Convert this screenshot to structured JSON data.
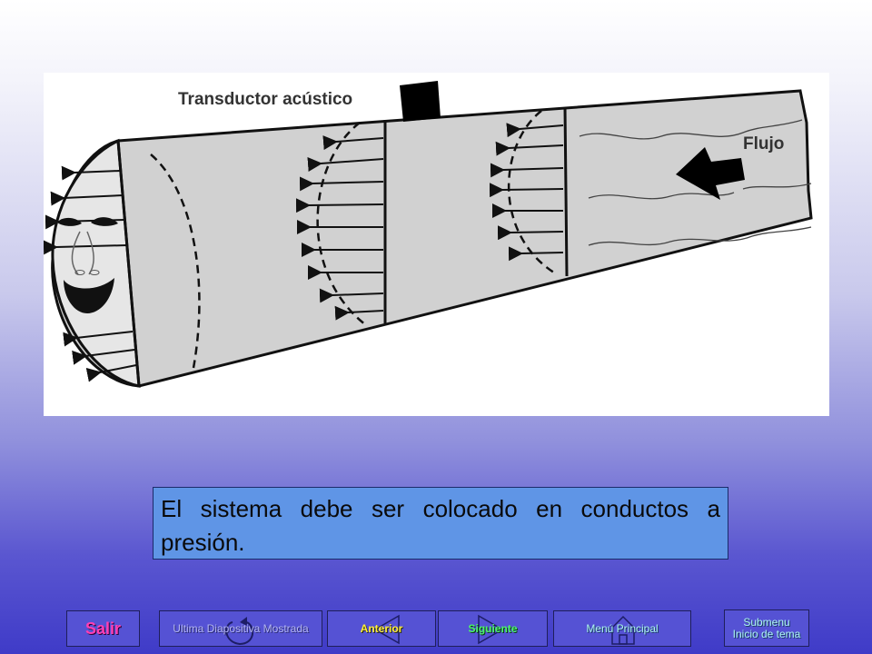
{
  "diagram": {
    "transducer_label": "Transductor acústico",
    "flow_label": "Flujo"
  },
  "caption": {
    "text": "El sistema debe ser colocado en conductos a presión."
  },
  "nav": {
    "salir": "Salir",
    "ultima": "Ultima Diapositiva Mostrada",
    "anterior": "Anterior",
    "siguiente": "Siguiente",
    "menu": "Menú Principal",
    "submenu_line1": "Submenu",
    "submenu_line2": "Inicio de tema"
  },
  "colors": {
    "pipe_fill": "#d1d1d1",
    "caption_bg": "#5f95e6",
    "button_bg": "#5552d4",
    "salir_text": "#ff3fb4",
    "anterior_text": "#ffef3a",
    "siguiente_text": "#4cf46b",
    "menu_text": "#aef4f2"
  },
  "icons": [
    "transducer-icon",
    "flow-arrow-icon",
    "face-icon",
    "undo-arrow-icon",
    "left-triangle-icon",
    "right-triangle-icon",
    "home-icon"
  ]
}
